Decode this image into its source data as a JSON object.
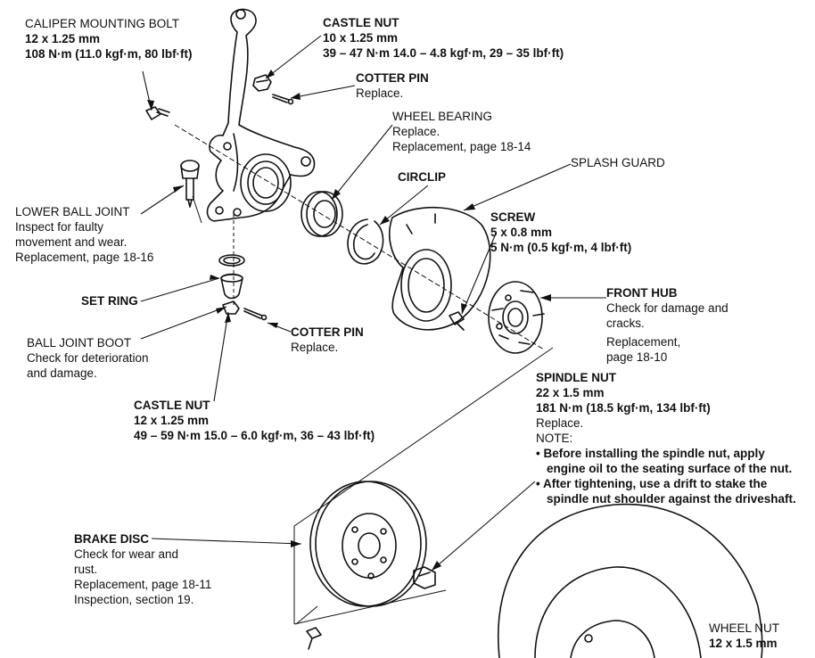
{
  "labels": {
    "caliper_bolt": {
      "title": "CALIPER MOUNTING BOLT",
      "size": "12 x 1.25 mm",
      "torque": "108 N·m (11.0 kgf·m, 80 lbf·ft)"
    },
    "castle_nut_top": {
      "title": "CASTLE NUT",
      "size": "10 x 1.25 mm",
      "torque": "39 – 47 N·m 14.0 – 4.8 kgf·m, 29 – 35 lbf·ft)"
    },
    "cotter_pin_top": {
      "title": "COTTER PIN",
      "note": "Replace."
    },
    "wheel_bearing": {
      "title": "WHEEL BEARING",
      "line1": "Replace.",
      "line2": "Replacement, page 18-14"
    },
    "splash_guard": {
      "title": "SPLASH GUARD"
    },
    "circlip": {
      "title": "CIRCLIP"
    },
    "screw": {
      "title": "SCREW",
      "size": "5 x 0.8 mm",
      "torque": "5 N·m (0.5 kgf·m, 4 lbf·ft)"
    },
    "lower_ball_joint": {
      "title": "LOWER BALL JOINT",
      "line1": "Inspect for faulty",
      "line2": "movement and wear.",
      "line3": "Replacement, page 18-16"
    },
    "set_ring": {
      "title": "SET RING"
    },
    "front_hub": {
      "title": "FRONT HUB",
      "line1": "Check for damage and",
      "line2": "cracks.",
      "line3": "Replacement,",
      "line4": "page 18-10"
    },
    "cotter_pin_bottom": {
      "title": "COTTER PIN",
      "note": "Replace."
    },
    "ball_joint_boot": {
      "title": "BALL JOINT BOOT",
      "line1": "Check for deterioration",
      "line2": "and damage."
    },
    "spindle_nut": {
      "title": "SPINDLE NUT",
      "size": "22 x 1.5 mm",
      "torque": "181 N·m (18.5 kgf·m, 134 lbf·ft)",
      "line1": "Replace.",
      "note_heading": "NOTE:",
      "note1a": "• Before installing the spindle nut, apply",
      "note1b": "engine oil to the seating surface of the nut.",
      "note2a": "• After tightening, use a drift to stake the",
      "note2b": "spindle nut shoulder against the driveshaft."
    },
    "castle_nut_bottom": {
      "title": "CASTLE NUT",
      "size": "12 x 1.25 mm",
      "torque": "49 – 59 N·m 15.0 – 6.0 kgf·m, 36 – 43 lbf·ft)"
    },
    "brake_disc": {
      "title": "BRAKE DISC",
      "line1": "Check for wear and",
      "line2": "rust.",
      "line3": "Replacement, page 18-11",
      "line4": "Inspection, section 19."
    },
    "wheel_nut": {
      "title": "WHEEL NUT",
      "size": "12 x 1.5 mm"
    }
  }
}
